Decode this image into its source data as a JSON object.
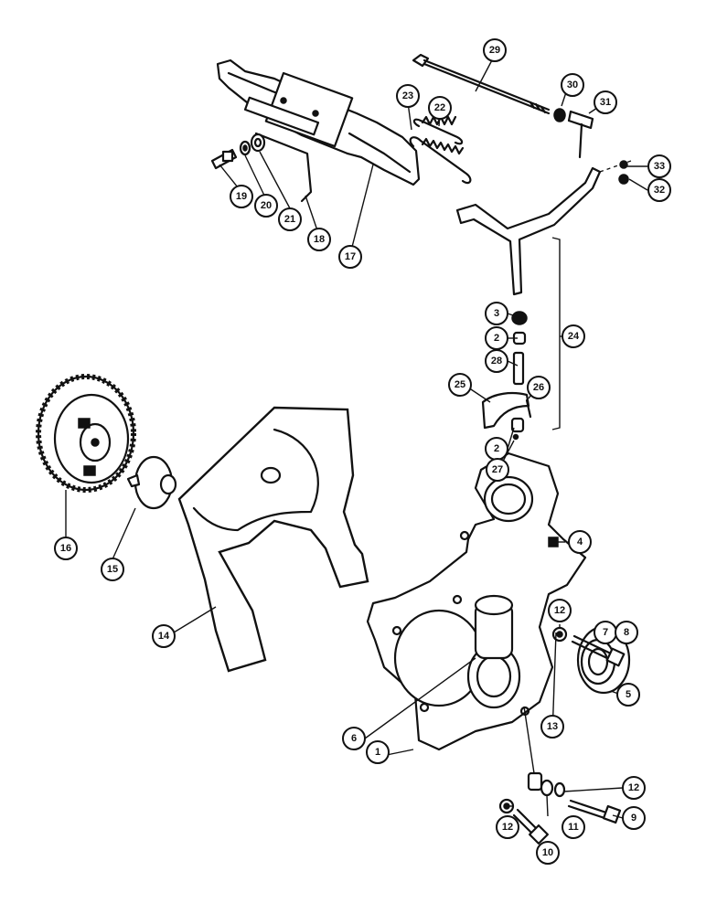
{
  "callouts": [
    {
      "id": "1",
      "label": "1"
    },
    {
      "id": "2a",
      "label": "2"
    },
    {
      "id": "2b",
      "label": "2"
    },
    {
      "id": "3",
      "label": "3"
    },
    {
      "id": "4",
      "label": "4"
    },
    {
      "id": "5",
      "label": "5"
    },
    {
      "id": "6",
      "label": "6"
    },
    {
      "id": "7",
      "label": "7"
    },
    {
      "id": "8",
      "label": "8"
    },
    {
      "id": "9",
      "label": "9"
    },
    {
      "id": "10",
      "label": "10"
    },
    {
      "id": "11",
      "label": "11"
    },
    {
      "id": "12a",
      "label": "12"
    },
    {
      "id": "12b",
      "label": "12"
    },
    {
      "id": "12c",
      "label": "12"
    },
    {
      "id": "13",
      "label": "13"
    },
    {
      "id": "14",
      "label": "14"
    },
    {
      "id": "15",
      "label": "15"
    },
    {
      "id": "16",
      "label": "16"
    },
    {
      "id": "17",
      "label": "17"
    },
    {
      "id": "18",
      "label": "18"
    },
    {
      "id": "19",
      "label": "19"
    },
    {
      "id": "20",
      "label": "20"
    },
    {
      "id": "21",
      "label": "21"
    },
    {
      "id": "22",
      "label": "22"
    },
    {
      "id": "23",
      "label": "23"
    },
    {
      "id": "24",
      "label": "24"
    },
    {
      "id": "25",
      "label": "25"
    },
    {
      "id": "26",
      "label": "26"
    },
    {
      "id": "27",
      "label": "27"
    },
    {
      "id": "28",
      "label": "28"
    },
    {
      "id": "29",
      "label": "29"
    },
    {
      "id": "30",
      "label": "30"
    },
    {
      "id": "31",
      "label": "31"
    },
    {
      "id": "32",
      "label": "32"
    },
    {
      "id": "33",
      "label": "33"
    }
  ]
}
